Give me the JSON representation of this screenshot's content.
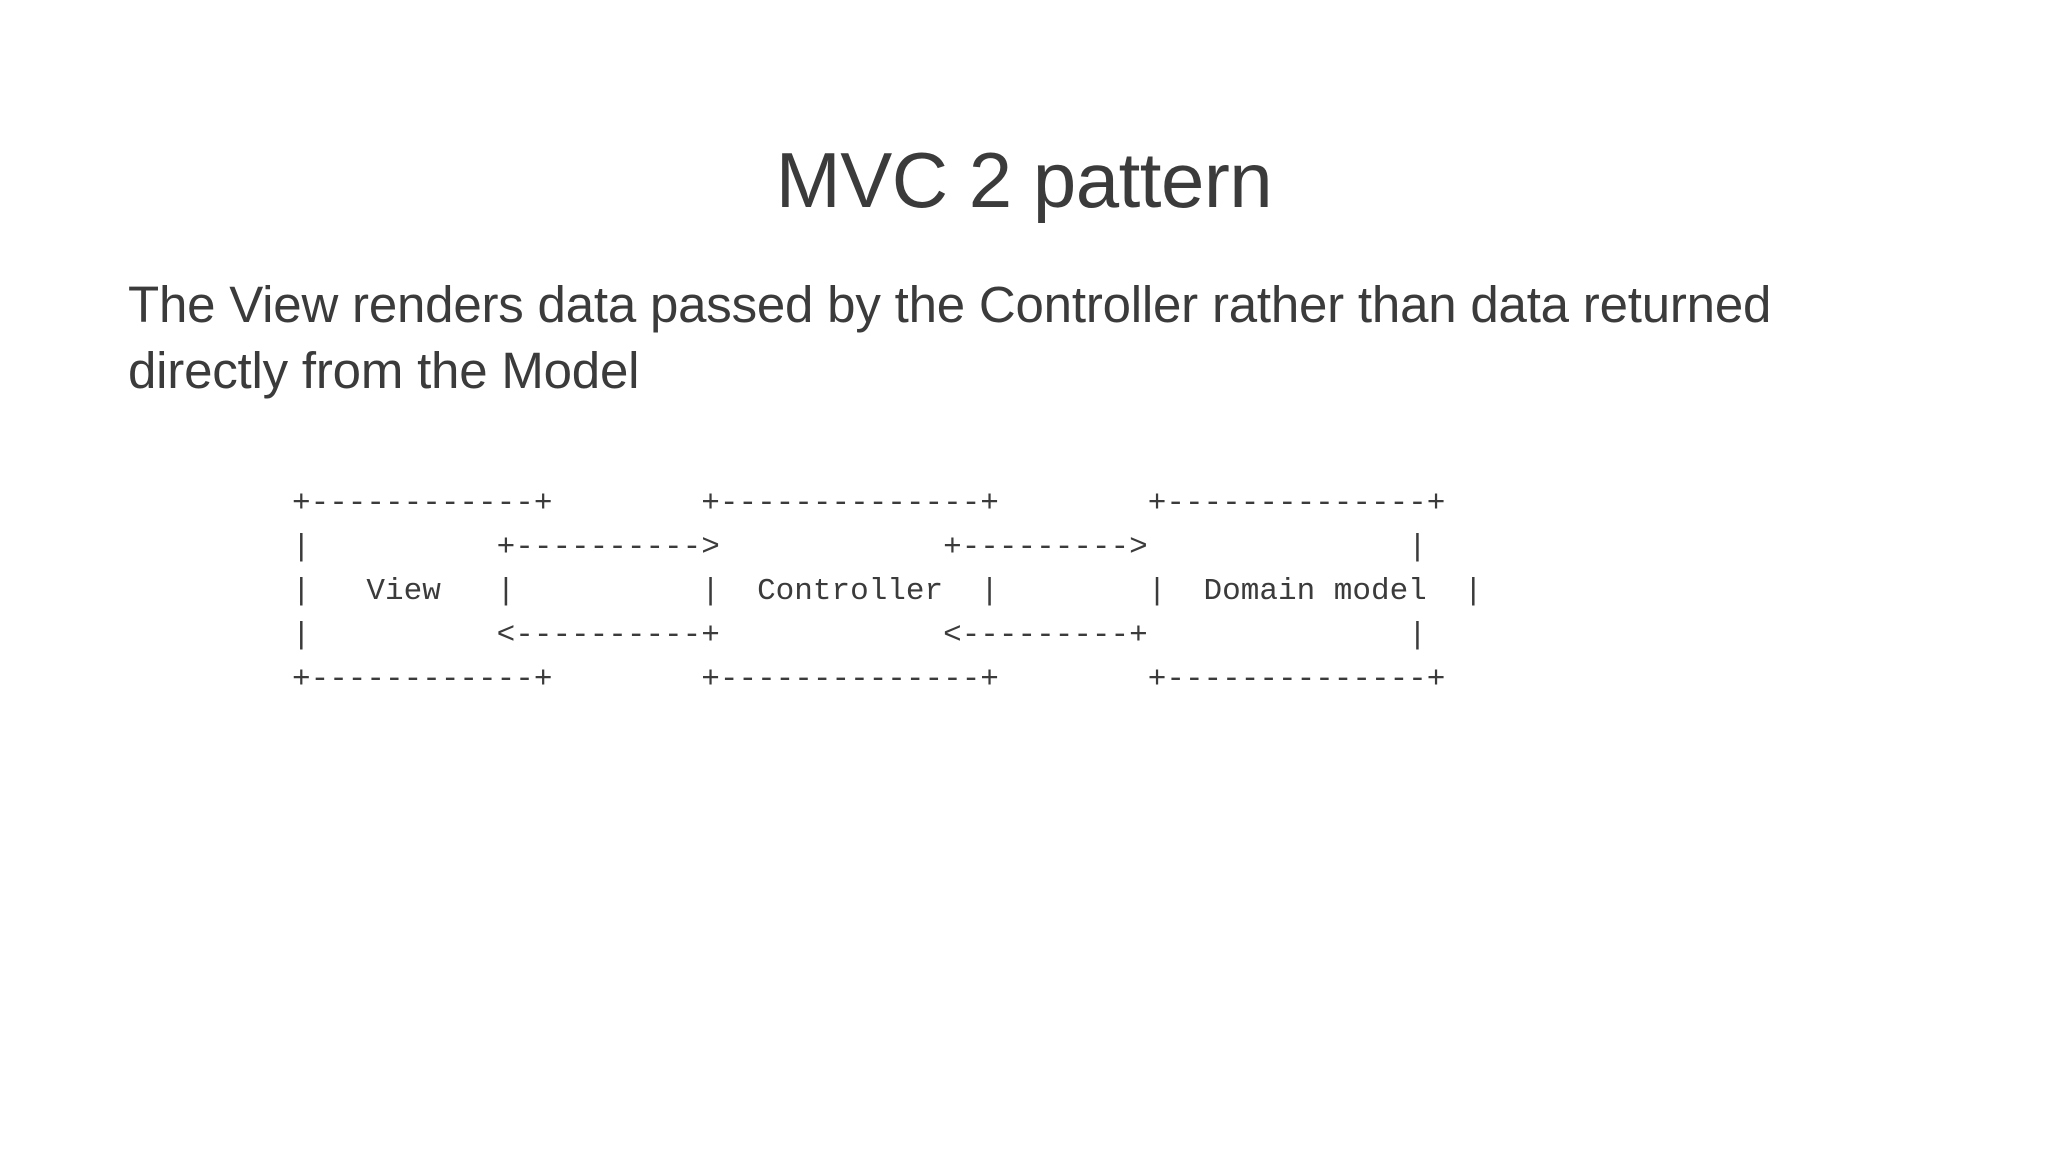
{
  "slide": {
    "title": "MVC 2 pattern",
    "body_text": "The View renders data passed by the Controller rather than data returned directly from the Model",
    "background_color": "#ffffff",
    "text_color": "#3b3b3b"
  },
  "diagram": {
    "type": "ascii-art",
    "nodes": [
      {
        "id": "view",
        "label": "View"
      },
      {
        "id": "controller",
        "label": "Controller"
      },
      {
        "id": "domain-model",
        "label": "Domain model"
      }
    ],
    "connections": [
      {
        "from": "View",
        "to": "Controller",
        "direction": "right",
        "glyph": "+---------->"
      },
      {
        "from": "Controller",
        "to": "View",
        "direction": "left",
        "glyph": "<----------+"
      },
      {
        "from": "Controller",
        "to": "Domain model",
        "direction": "right",
        "glyph": "+--------->"
      },
      {
        "from": "Domain model",
        "to": "Controller",
        "direction": "left",
        "glyph": "<---------+"
      }
    ],
    "art_lines": [
      "+------------+        +--------------+        +--------------+",
      "|          +---------->            +--------->              |",
      "|   View   |          |  Controller  |        |  Domain model  |",
      "|          <----------+            <---------+              |",
      "+------------+        +--------------+        +--------------+"
    ],
    "art": "+------------+        +--------------+        +--------------+\n|          +---------->            +--------->              |\n|   View   |          |  Controller  |        |  Domain model  |\n|          <----------+            <---------+              |\n+------------+        +--------------+        +--------------+"
  }
}
